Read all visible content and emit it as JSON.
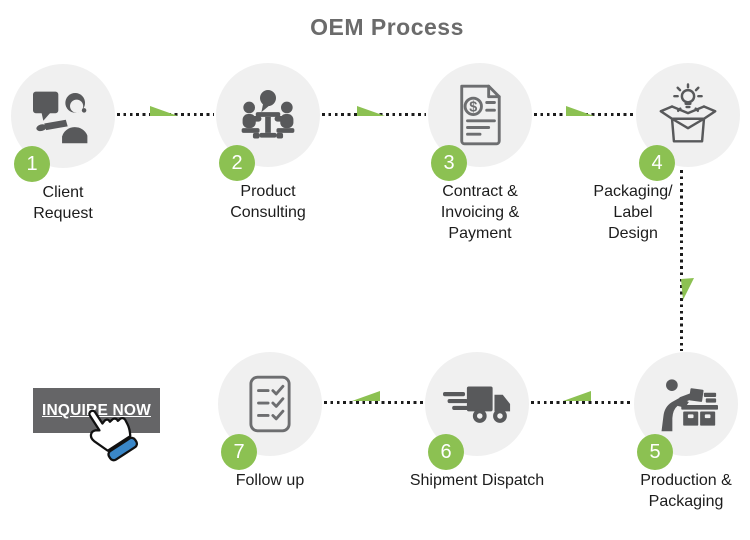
{
  "title": "OEM Process",
  "inquire_button": {
    "label": "INQUIRE NOW"
  },
  "steps": [
    {
      "number": "1",
      "label": "Client\nRequest",
      "icon": "client-request-icon"
    },
    {
      "number": "2",
      "label": "Product\nConsulting",
      "icon": "product-consulting-icon"
    },
    {
      "number": "3",
      "label": "Contract &\nInvoicing &\nPayment",
      "icon": "contract-invoice-icon"
    },
    {
      "number": "4",
      "label": "Packaging/\nLabel\nDesign",
      "icon": "packaging-label-design-icon"
    },
    {
      "number": "5",
      "label": "Production &\nPackaging",
      "icon": "production-packaging-icon"
    },
    {
      "number": "6",
      "label": "Shipment Dispatch",
      "icon": "shipment-dispatch-icon"
    },
    {
      "number": "7",
      "label": "Follow up",
      "icon": "follow-up-icon"
    }
  ],
  "flow": {
    "top_row_direction": "left-to-right",
    "bottom_row_direction": "right-to-left"
  },
  "colors": {
    "accent_green": "#8cc152",
    "icon_gray": "#58595b",
    "icon_outline_gray": "#6d6e70",
    "circle_bg": "#f0f0f0",
    "title_gray": "#6b6b6b",
    "label_text": "#1c1c1c",
    "button_bg": "#656567",
    "button_text": "#ffffff",
    "cursor_blue": "#3a87c8",
    "connector_dot": "#1c1c1c"
  }
}
